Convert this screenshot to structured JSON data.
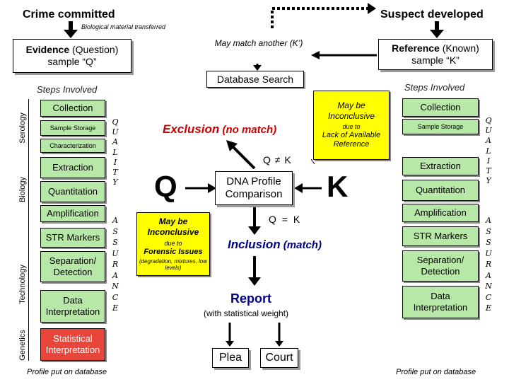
{
  "top": {
    "crime_committed": "Crime committed",
    "suspect_developed": "Suspect developed",
    "bio_transfer": "Biological material transferred"
  },
  "evidence": {
    "line1_bold": "Evidence",
    "line1_rest": " (Question)",
    "line2": "sample “Q”"
  },
  "reference": {
    "line1_bold": "Reference",
    "line1_rest": " (Known)",
    "line2": "sample “K”"
  },
  "may_match": "May match another (K’)",
  "database_search": "Database Search",
  "left": {
    "steps_involved": "Steps Involved",
    "steps": [
      "Collection",
      "Sample Storage",
      "Characterization",
      "Extraction",
      "Quantitation",
      "Amplification",
      "STR Markers",
      "Separation/ Detection",
      "Data Interpretation",
      "Statistical Interpretation"
    ],
    "categories": [
      "Serology",
      "Biology",
      "Technology",
      "Genetics"
    ],
    "quality": [
      "Q",
      "U",
      "A",
      "L",
      "I",
      "T",
      "Y"
    ],
    "assurance": [
      "A",
      "S",
      "S",
      "U",
      "R",
      "A",
      "N",
      "C",
      "E"
    ],
    "profile_db": "Profile put on database"
  },
  "right": {
    "steps_involved": "Steps Involved",
    "steps": [
      "Collection",
      "Sample Storage",
      "Extraction",
      "Quantitation",
      "Amplification",
      "STR Markers",
      "Separation/ Detection",
      "Data Interpretation"
    ],
    "quality": [
      "Q",
      "U",
      "A",
      "L",
      "I",
      "T",
      "Y"
    ],
    "assurance": [
      "A",
      "S",
      "S",
      "U",
      "R",
      "A",
      "N",
      "C",
      "E"
    ],
    "profile_db": "Profile put on database"
  },
  "center": {
    "exclusion": "Exclusion",
    "exclusion_suffix": " (no match)",
    "q_neq_k": "Q ≠ K",
    "q_big": "Q",
    "k_big": "K",
    "dna_comparison": "DNA Profile Comparison",
    "q_eq_k": "Q = K",
    "inclusion": "Inclusion",
    "inclusion_suffix": " (match)",
    "report": "Report",
    "report_sub": "(with statistical weight)",
    "plea": "Plea",
    "court": "Court"
  },
  "inconclusive_right": {
    "title": "May be Inconclusive",
    "due": "due to",
    "reason": "Lack of Available Reference"
  },
  "inconclusive_left": {
    "title": "May be Inconclusive",
    "due": "due to",
    "reason": "Forensic Issues",
    "detail": "(degradation, mixtures, low levels)"
  },
  "colors": {
    "green": "#b8e8a8",
    "red": "#e8463a",
    "yellow": "#ffff00",
    "exclusion_red": "#cc0000"
  }
}
